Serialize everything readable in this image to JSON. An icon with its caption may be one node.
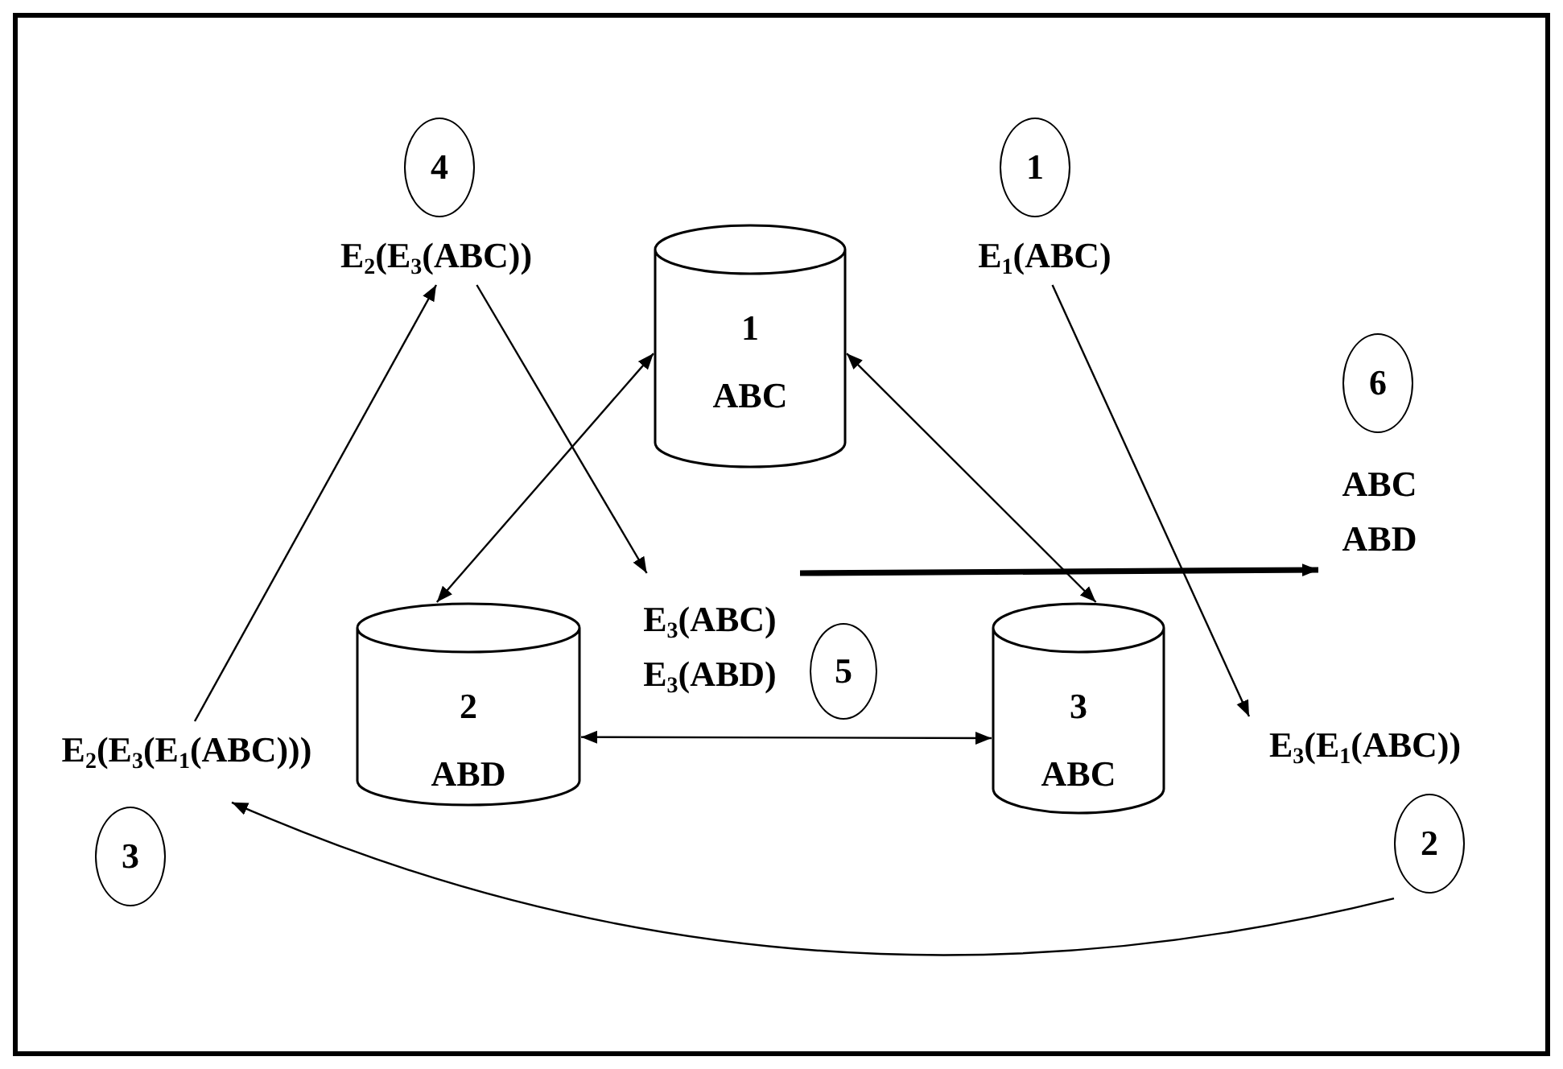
{
  "diagram": {
    "nodes": [
      {
        "text": [
          "4"
        ]
      },
      {
        "text": [
          "E$_{2}$(E$_{3}$(ABC))"
        ]
      },
      {
        "text": [
          "1",
          "ABC"
        ]
      },
      {
        "text": [
          "1"
        ]
      },
      {
        "text": [
          "E$_{1}$(ABC)"
        ]
      },
      {
        "text": [
          "6"
        ]
      },
      {
        "text": [
          "ABC",
          "ABD"
        ]
      },
      {
        "text": [
          "E$_{3}$(ABC)",
          "E$_{3}$(ABD)"
        ]
      },
      {
        "text": [
          "5"
        ]
      },
      {
        "text": [
          "2",
          "ABD"
        ]
      },
      {
        "text": [
          "3",
          "ABC"
        ]
      },
      {
        "text": [
          "E$_{3}$(E$_{1}$(ABC))"
        ]
      },
      {
        "text": [
          "E$_{2}$(E$_{3}$(E$_{1}$(ABC)))"
        ]
      },
      {
        "text": [
          "3"
        ]
      },
      {
        "text": [
          "2"
        ]
      }
    ],
    "edges": [
      {
        "from": 12,
        "to": 1,
        "arrow": "to"
      },
      {
        "from": 1,
        "to": 7,
        "arrow": "to"
      },
      {
        "from": 9,
        "to": 2,
        "arrow": "both"
      },
      {
        "from": 2,
        "to": 10,
        "arrow": "both"
      },
      {
        "from": 4,
        "to": 11,
        "arrow": "to"
      },
      {
        "from": 7,
        "to": 6,
        "arrow": "to",
        "style": "thick"
      },
      {
        "from": 9,
        "to": 10,
        "arrow": "both"
      },
      {
        "from": 14,
        "to": 12,
        "arrow": "to"
      }
    ]
  }
}
